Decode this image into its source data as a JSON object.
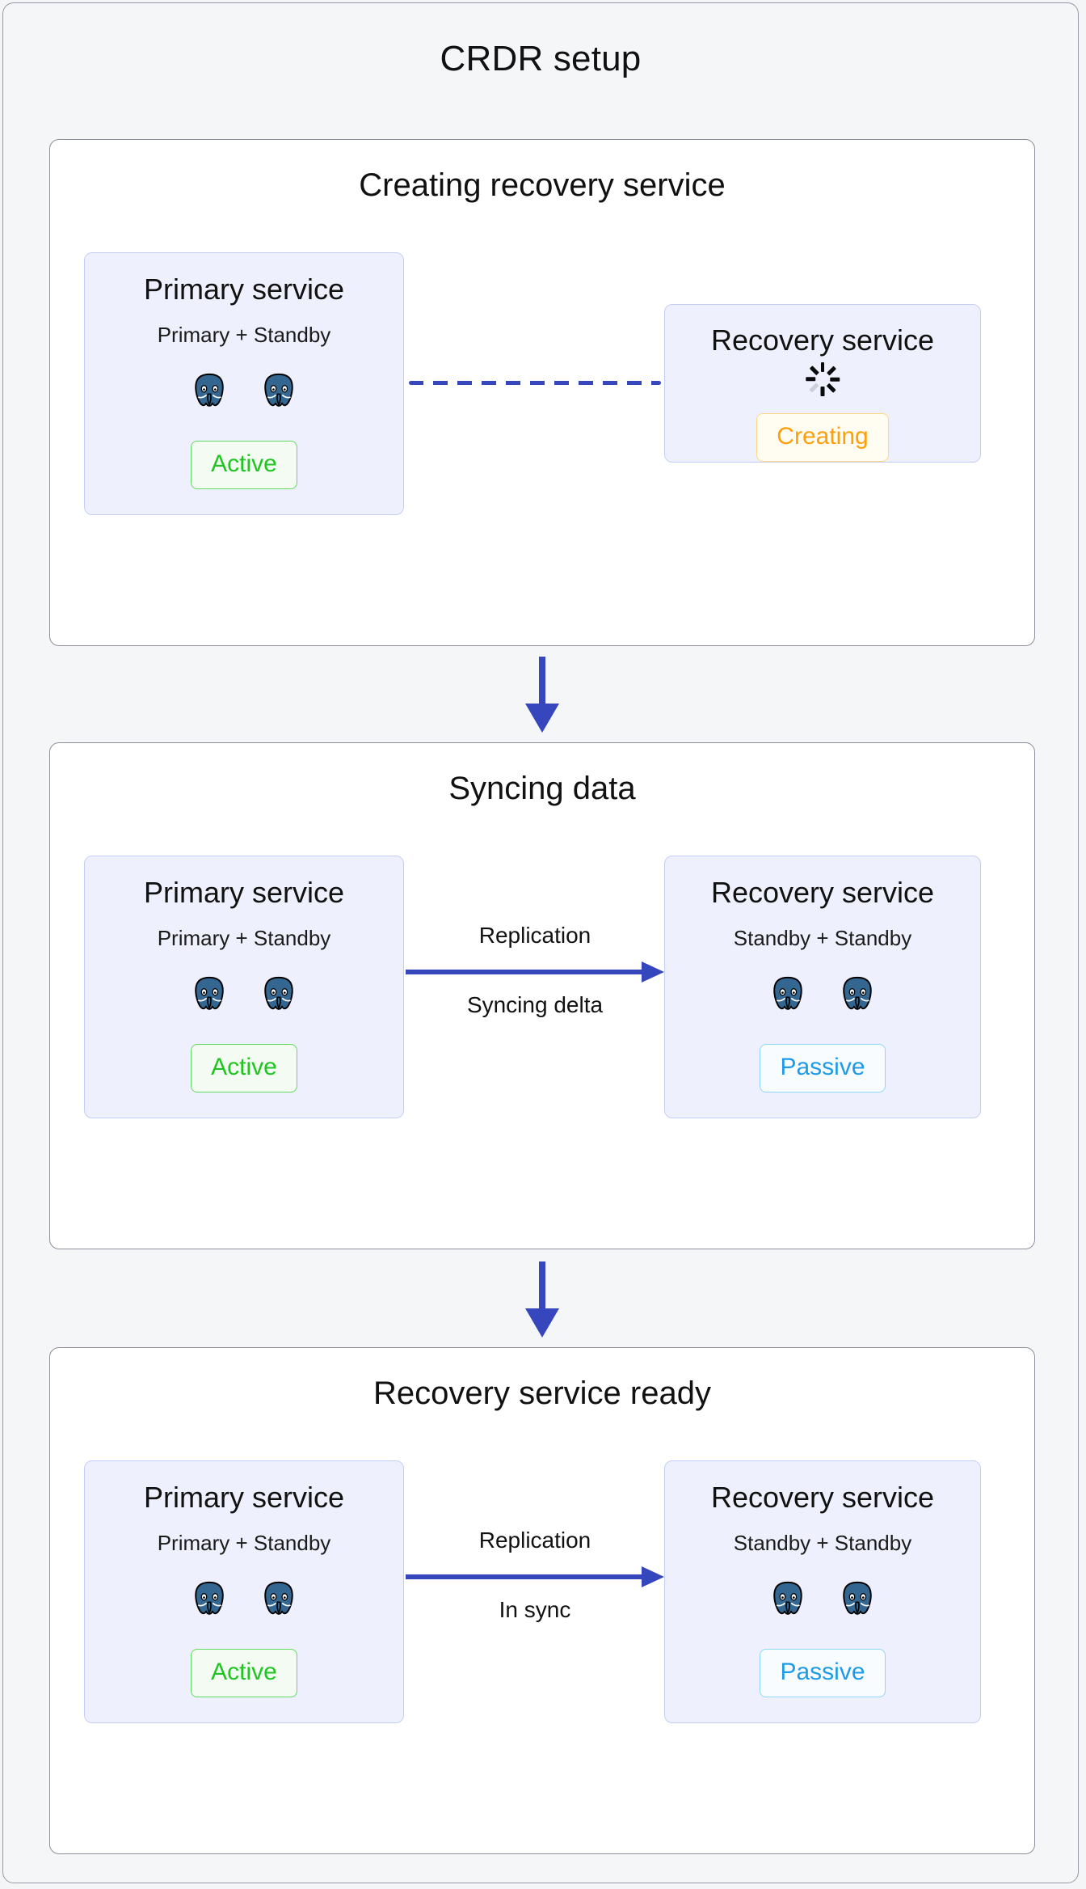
{
  "title": "CRDR setup",
  "colors": {
    "page_bg": "#f5f6f8",
    "panel_bg": "#ffffff",
    "panel_border": "#8e8e9b",
    "card_bg": "#eef1fd",
    "card_border": "#c4cef5",
    "connector_blue": "#3647bd",
    "active_green": "#21c521",
    "passive_blue": "#1f9ae6",
    "creating_orange": "#ff9f0a",
    "postgres_blue": "#336791"
  },
  "stages": [
    {
      "id": "creating-recovery-service",
      "title": "Creating recovery service",
      "primary": {
        "title": "Primary service",
        "subtitle": "Primary + Standby",
        "nodes": 2,
        "node_icon": "postgresql-elephant-icon",
        "badge": "Active",
        "badge_state": "active"
      },
      "recovery": {
        "title": "Recovery service",
        "subtitle": "",
        "nodes": 0,
        "status_icon": "loading-spinner-icon",
        "badge": "Creating",
        "badge_state": "creating"
      },
      "connector": {
        "style": "dashed",
        "label_top": "",
        "label_bottom": "",
        "arrowhead": false
      }
    },
    {
      "id": "syncing-data",
      "title": "Syncing data",
      "primary": {
        "title": "Primary service",
        "subtitle": "Primary + Standby",
        "nodes": 2,
        "node_icon": "postgresql-elephant-icon",
        "badge": "Active",
        "badge_state": "active"
      },
      "recovery": {
        "title": "Recovery service",
        "subtitle": "Standby + Standby",
        "nodes": 2,
        "node_icon": "postgresql-elephant-icon",
        "badge": "Passive",
        "badge_state": "passive"
      },
      "connector": {
        "style": "solid-arrow",
        "label_top": "Replication",
        "label_bottom": "Syncing delta",
        "arrowhead": true
      }
    },
    {
      "id": "recovery-service-ready",
      "title": "Recovery service ready",
      "primary": {
        "title": "Primary service",
        "subtitle": "Primary + Standby",
        "nodes": 2,
        "node_icon": "postgresql-elephant-icon",
        "badge": "Active",
        "badge_state": "active"
      },
      "recovery": {
        "title": "Recovery service",
        "subtitle": "Standby + Standby",
        "nodes": 2,
        "node_icon": "postgresql-elephant-icon",
        "badge": "Passive",
        "badge_state": "passive"
      },
      "connector": {
        "style": "solid-arrow",
        "label_top": "Replication",
        "label_bottom": "In sync",
        "arrowhead": true
      }
    }
  ],
  "flow_arrows": [
    {
      "from": "creating-recovery-service",
      "to": "syncing-data",
      "direction": "down"
    },
    {
      "from": "syncing-data",
      "to": "recovery-service-ready",
      "direction": "down"
    }
  ]
}
